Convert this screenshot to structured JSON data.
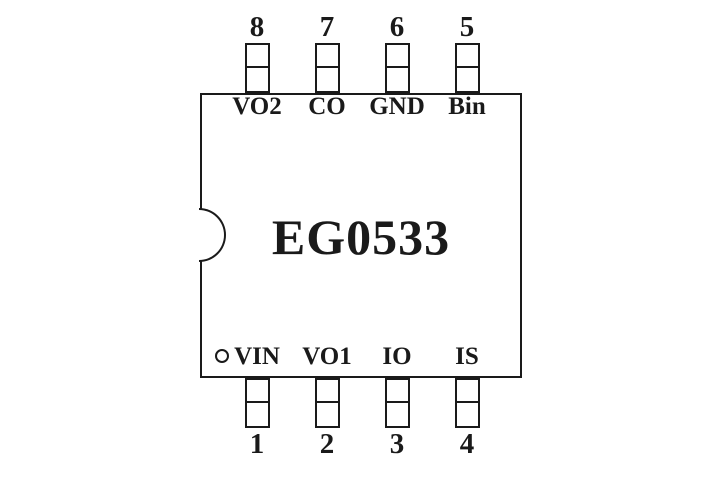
{
  "diagram": {
    "title": "EG0533",
    "pin_one_marker": "circle-outline"
  },
  "pins": {
    "top": [
      {
        "number": "8",
        "label": "VO2"
      },
      {
        "number": "7",
        "label": "CO"
      },
      {
        "number": "6",
        "label": "GND"
      },
      {
        "number": "5",
        "label": "Bin"
      }
    ],
    "bottom": [
      {
        "number": "1",
        "label": "VIN"
      },
      {
        "number": "2",
        "label": "VO1"
      },
      {
        "number": "3",
        "label": "IO"
      },
      {
        "number": "4",
        "label": "IS"
      }
    ]
  },
  "colors": {
    "line": "#1a1a1a",
    "background": "#ffffff"
  }
}
